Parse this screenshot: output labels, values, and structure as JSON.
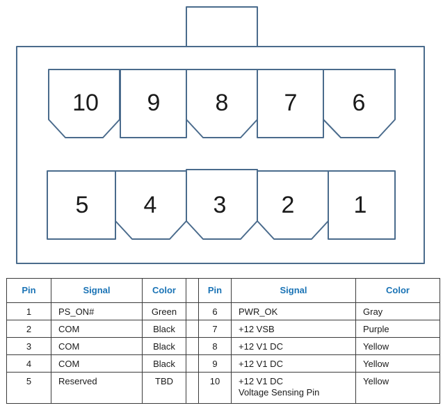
{
  "connector": {
    "top_row": [
      "10",
      "9",
      "8",
      "7",
      "6"
    ],
    "bottom_row": [
      "5",
      "4",
      "3",
      "2",
      "1"
    ],
    "line_color": "#4a6b8c"
  },
  "table": {
    "headers": {
      "pin": "Pin",
      "signal": "Signal",
      "color": "Color",
      "pin2": "Pin",
      "signal2": "Signal",
      "color2": "Color"
    },
    "header_color": "#1a73b5",
    "rows": [
      {
        "left_pin": "1",
        "left_signal": "PS_ON#",
        "left_color": "Green",
        "right_pin": "6",
        "right_signal": "PWR_OK",
        "right_signal_sub": "",
        "right_color": "Gray"
      },
      {
        "left_pin": "2",
        "left_signal": "COM",
        "left_color": "Black",
        "right_pin": "7",
        "right_signal": "+12 VSB",
        "right_signal_sub": "",
        "right_color": "Purple"
      },
      {
        "left_pin": "3",
        "left_signal": "COM",
        "left_color": "Black",
        "right_pin": "8",
        "right_signal": "+12 V1 DC",
        "right_signal_sub": "",
        "right_color": "Yellow"
      },
      {
        "left_pin": "4",
        "left_signal": "COM",
        "left_color": "Black",
        "right_pin": "9",
        "right_signal": "+12 V1 DC",
        "right_signal_sub": "",
        "right_color": "Yellow"
      },
      {
        "left_pin": "5",
        "left_signal": "Reserved",
        "left_color": "TBD",
        "right_pin": "10",
        "right_signal": "+12 V1 DC",
        "right_signal_sub": "Voltage Sensing Pin",
        "right_color": "Yellow"
      }
    ]
  }
}
